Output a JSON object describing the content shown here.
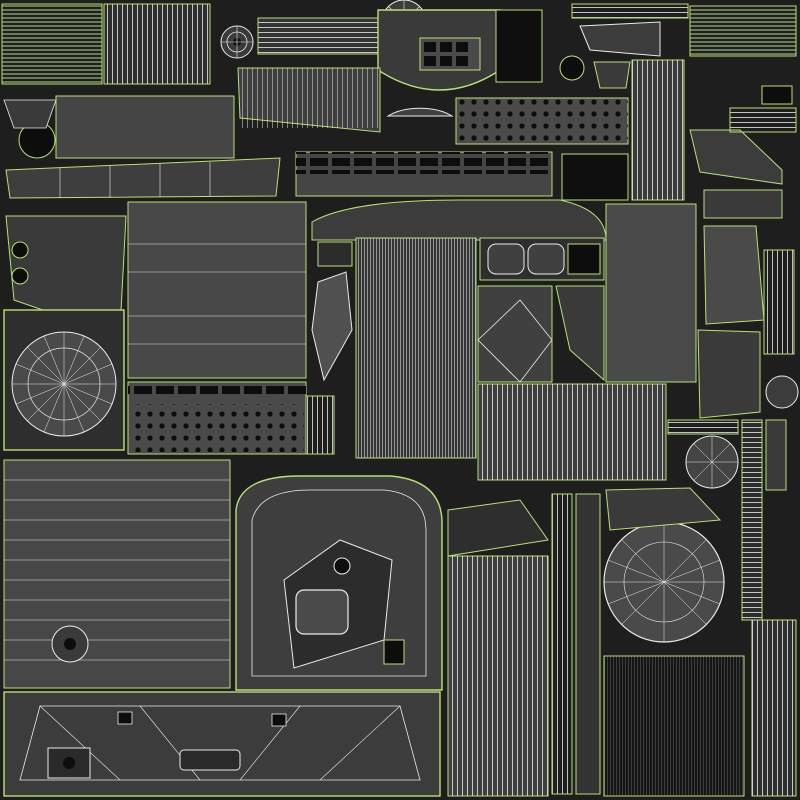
{
  "colors": {
    "background": "#1e1e1e",
    "wire_white": "#e9ece9",
    "wire_green": "#b9df7a",
    "island_light": "#4a4a4a",
    "island_mid": "#3b3b3b",
    "island_dark": "#2c2c2c",
    "hole": "#0d0d0d"
  },
  "icons": [
    "circular-radial-uv-island",
    "hatched-strip-uv-island",
    "perforated-panel-uv-island"
  ]
}
